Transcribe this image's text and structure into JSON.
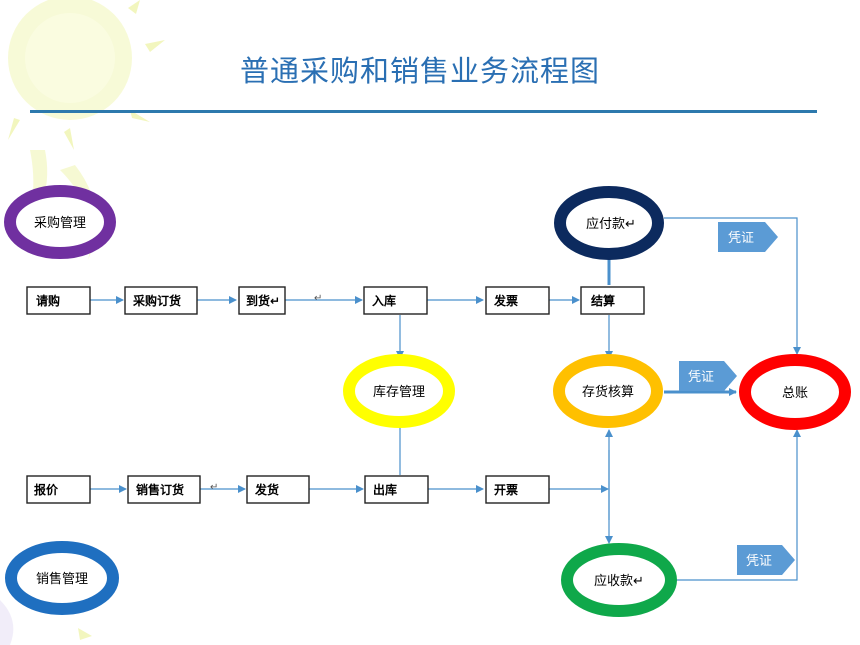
{
  "title": "普通采购和销售业务流程图",
  "modules": {
    "purchase": "采购管理",
    "sales": "销售管理",
    "inventory": "库存管理",
    "payable": "应付款↵",
    "stock_accounting": "存货核算",
    "receivable": "应收款↵",
    "ledger": "总账"
  },
  "purchase_flow": [
    "请购",
    "采购订货",
    "到货↵",
    "入库",
    "发票",
    "结算"
  ],
  "sales_flow": [
    "报价",
    "销售订货",
    "发货",
    "出库",
    "开票"
  ],
  "stray_marks": [
    "↵",
    "↵"
  ],
  "voucher_label": "凭证",
  "colors": {
    "title": "#2a6fb3",
    "rule": "#2d79ad",
    "arrow": "#4a90cc",
    "voucher": "#5b9bd5",
    "purchase": "#7030a0",
    "sales": "#1f6fc0",
    "inventory": "#ffff00",
    "payable": "#0c2a5e",
    "stock_accounting": "#ffc000",
    "receivable": "#0fa84a",
    "ledger": "#ff0000"
  }
}
